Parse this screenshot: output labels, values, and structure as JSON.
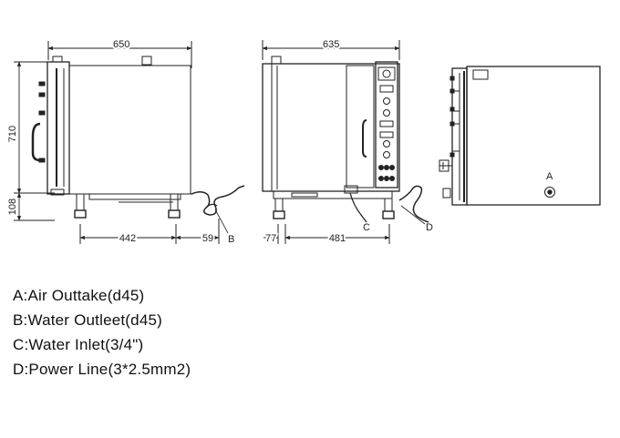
{
  "dimensions": {
    "front_width": "650",
    "front_height": "710",
    "leg_height": "108",
    "front_base": "442",
    "front_offset": "59",
    "side_width": "635",
    "side_left": "77",
    "side_base": "481"
  },
  "markers": {
    "a": "A",
    "b": "B",
    "c": "C",
    "d": "D"
  },
  "legend": [
    {
      "text": "A:Air Outtake(d45)"
    },
    {
      "text": "B:Water Outleet(d45)"
    },
    {
      "text": "C:Water Inlet(3/4\")"
    },
    {
      "text": "D:Power Line(3*2.5mm2)"
    }
  ]
}
